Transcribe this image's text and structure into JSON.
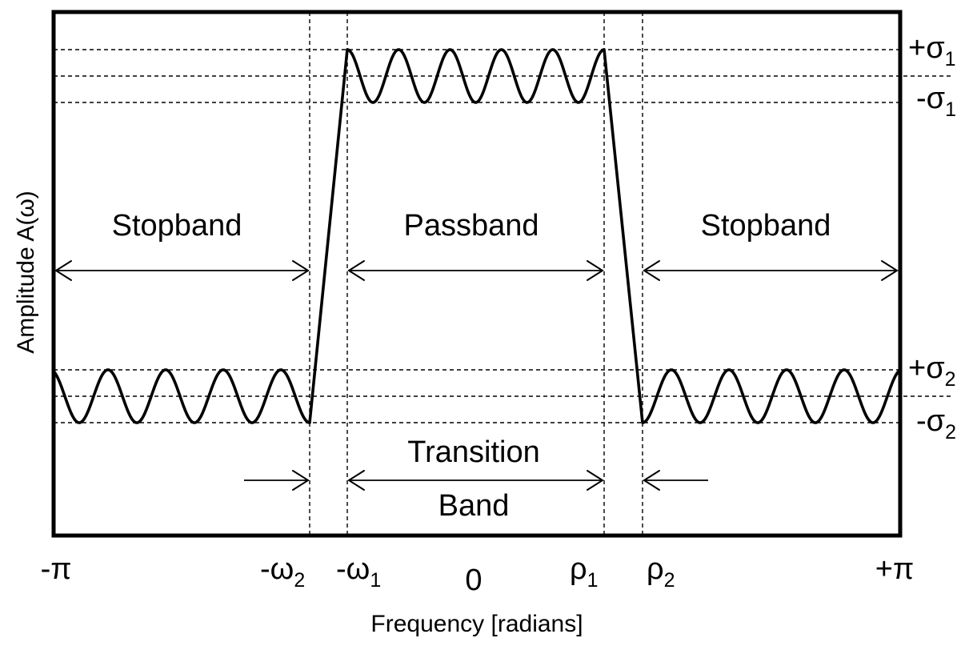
{
  "diagram": {
    "x_axis_title": "Frequency [radians]",
    "y_axis_title": "Amplitude A(ω)",
    "band_labels": {
      "stopband_left": "Stopband",
      "passband": "Passband",
      "stopband_right": "Stopband",
      "transition_line1": "Transition",
      "transition_line2": "Band"
    },
    "x_ticks": {
      "minus_pi": "-π",
      "minus_omega2": {
        "base": "-ω",
        "sub": "2"
      },
      "minus_omega1": {
        "base": "-ω",
        "sub": "1"
      },
      "zero": "0",
      "rho1": {
        "base": "ρ",
        "sub": "1"
      },
      "rho2": {
        "base": "ρ",
        "sub": "2"
      },
      "plus_pi": "+π"
    },
    "y_ticks": {
      "plus_sigma1": {
        "base": "+σ",
        "sub": "1"
      },
      "minus_sigma1": {
        "base": "-σ",
        "sub": "1"
      },
      "plus_sigma2": {
        "base": "+σ",
        "sub": "2"
      },
      "minus_sigma2": {
        "base": "-σ",
        "sub": "2"
      }
    }
  }
}
